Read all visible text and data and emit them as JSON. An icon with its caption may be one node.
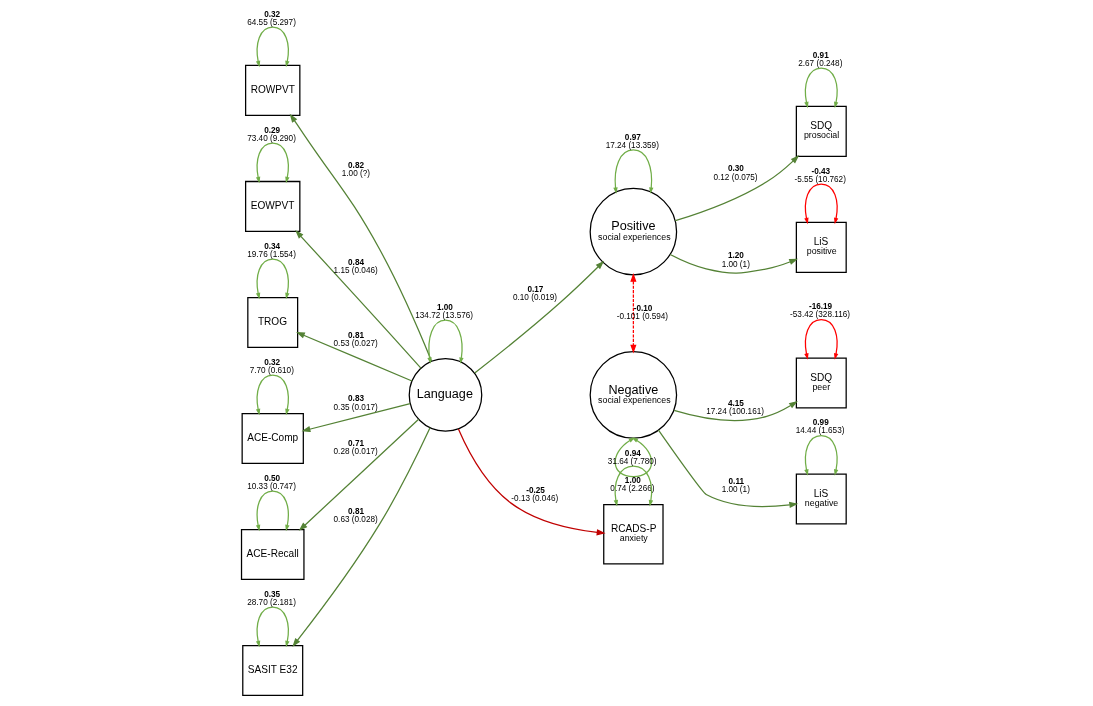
{
  "diagram": {
    "nodes": [
      {
        "text": [
          "ROWPVT"
        ]
      },
      {
        "text": [
          "EOWPVT"
        ]
      },
      {
        "text": [
          "TROG"
        ]
      },
      {
        "text": [
          "ACE-Comp"
        ]
      },
      {
        "text": [
          "ACE-Recall"
        ]
      },
      {
        "text": [
          "SASIT E32"
        ]
      },
      {
        "text": [
          "Language"
        ]
      },
      {
        "text": [
          "SDQ",
          "prosocial"
        ]
      },
      {
        "text": [
          "LiS",
          "positive"
        ]
      },
      {
        "text": [
          "Positive",
          "social experiences"
        ]
      },
      {
        "text": [
          "Negative",
          "social experiences"
        ]
      },
      {
        "text": [
          "SDQ",
          "peer"
        ]
      },
      {
        "text": [
          "LiS",
          "negative"
        ]
      },
      {
        "text": [
          "RCADS-P",
          "anxiety"
        ]
      }
    ],
    "edges": [
      {
        "from": 6,
        "to": 0,
        "arrow": "to",
        "label": "0.82 1.00 (?)",
        "color": "#548235"
      },
      {
        "from": 6,
        "to": 1,
        "arrow": "to",
        "label": "0.84 1.15 (0.046)",
        "color": "#548235"
      },
      {
        "from": 6,
        "to": 2,
        "arrow": "to",
        "label": "0.81 0.53 (0.027)",
        "color": "#548235"
      },
      {
        "from": 6,
        "to": 3,
        "arrow": "to",
        "label": "0.83 0.35 (0.017)",
        "color": "#548235"
      },
      {
        "from": 6,
        "to": 4,
        "arrow": "to",
        "label": "0.71 0.28 (0.017)",
        "color": "#548235"
      },
      {
        "from": 6,
        "to": 5,
        "arrow": "to",
        "label": "0.81 0.63 (0.028)",
        "color": "#548235"
      },
      {
        "from": 6,
        "to": 9,
        "arrow": "to",
        "label": "0.17 0.10 (0.019)",
        "color": "#548235"
      },
      {
        "from": 6,
        "to": 13,
        "arrow": "to",
        "label": "-0.25 -0.13 (0.046)",
        "color": "#c00000"
      },
      {
        "from": 9,
        "to": 7,
        "arrow": "to",
        "label": "0.30 0.12 (0.075)",
        "color": "#548235"
      },
      {
        "from": 9,
        "to": 8,
        "arrow": "to",
        "label": "1.20 1.00 (1)",
        "color": "#548235"
      },
      {
        "from": 10,
        "to": 11,
        "arrow": "to",
        "label": "4.15 17.24 (100.161)",
        "color": "#548235"
      },
      {
        "from": 10,
        "to": 12,
        "arrow": "to",
        "label": "0.11 1.00 (1)",
        "color": "#548235"
      },
      {
        "from": 9,
        "to": 10,
        "arrow": "both",
        "label": "-0.10 -0.101 (0.594)",
        "style": "dashed",
        "color": "#ff0000"
      },
      {
        "from": 0,
        "to": 0,
        "arrow": "both",
        "label": "0.32 64.55 (5.297)",
        "color": "#70ad47"
      },
      {
        "from": 1,
        "to": 1,
        "arrow": "both",
        "label": "0.29 73.40 (9.290)",
        "color": "#70ad47"
      },
      {
        "from": 2,
        "to": 2,
        "arrow": "both",
        "label": "0.34 19.76 (1.554)",
        "color": "#70ad47"
      },
      {
        "from": 3,
        "to": 3,
        "arrow": "both",
        "label": "0.32 7.70 (0.610)",
        "color": "#70ad47"
      },
      {
        "from": 4,
        "to": 4,
        "arrow": "both",
        "label": "0.50 10.33 (0.747)",
        "color": "#70ad47"
      },
      {
        "from": 5,
        "to": 5,
        "arrow": "both",
        "label": "0.35 28.70 (2.181)",
        "color": "#70ad47"
      },
      {
        "from": 6,
        "to": 6,
        "arrow": "both",
        "label": "1.00 134.72 (13.576)",
        "color": "#70ad47"
      },
      {
        "from": 7,
        "to": 7,
        "arrow": "both",
        "label": "0.91 2.67 (0.248)",
        "color": "#70ad47"
      },
      {
        "from": 8,
        "to": 8,
        "arrow": "both",
        "label": "-0.43 -5.55 (10.762)",
        "color": "#ff0000"
      },
      {
        "from": 9,
        "to": 9,
        "arrow": "both",
        "label": "0.97 17.24 (13.359)",
        "color": "#70ad47"
      },
      {
        "from": 10,
        "to": 10,
        "arrow": "both",
        "label": "1.00 0.74 (2.266)",
        "color": "#70ad47"
      },
      {
        "from": 11,
        "to": 11,
        "arrow": "both",
        "label": "-16.19 -53.42 (328.116)",
        "color": "#ff0000"
      },
      {
        "from": 12,
        "to": 12,
        "arrow": "both",
        "label": "0.99 14.44 (1.653)",
        "color": "#70ad47"
      },
      {
        "from": 13,
        "to": 13,
        "arrow": "both",
        "label": "0.94 31.64 (7.780)",
        "color": "#70ad47"
      }
    ]
  }
}
